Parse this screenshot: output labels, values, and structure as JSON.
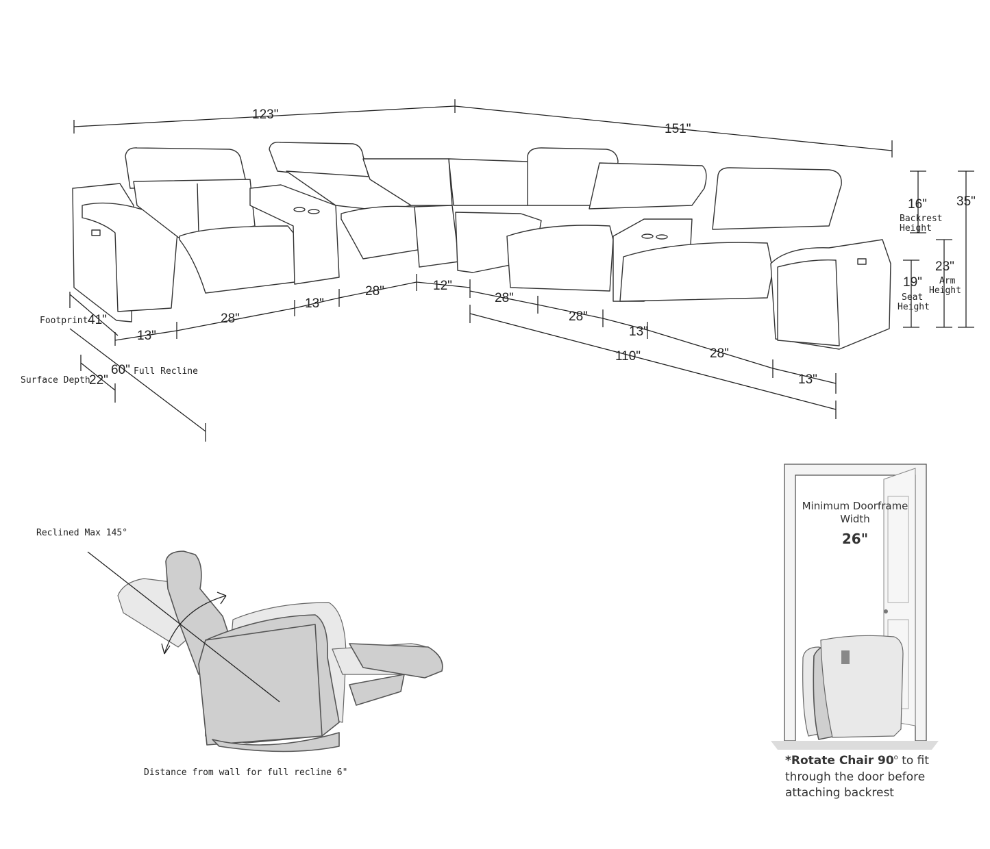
{
  "dimensions": {
    "total_width_left": "123\"",
    "total_width_right": "151\"",
    "backrest": "16\"",
    "overall_height": "35\"",
    "arm": "23\"",
    "seat": "19\"",
    "footprint": "41\"",
    "full_recline": "60\"",
    "surface_depth": "22\"",
    "left_arm_13": "13\"",
    "left_seat_28": "28\"",
    "left_console_13": "13\"",
    "left_seat2_28": "28\"",
    "corner_12": "12\"",
    "right_seat1_28": "28\"",
    "right_seat2_28": "28\"",
    "right_console_13": "13\"",
    "right_total_110": "110\"",
    "right_seat3_28": "28\"",
    "right_arm_13": "13\""
  },
  "labels": {
    "backrest_line1": "Backrest",
    "backrest_line2": "Height",
    "arm_line1": "Arm",
    "arm_line2": "Height",
    "seat_line1": "Seat",
    "seat_line2": "Height",
    "footprint": "Footprint",
    "full_recline": "Full Recline",
    "surface_depth": "Surface Depth"
  },
  "recline": {
    "title": "Reclined Max 145°",
    "distance_note": "Distance from wall for full recline 6\""
  },
  "door": {
    "title_line1": "Minimum Doorframe",
    "title_line2": "Width",
    "width": "26\"",
    "note_line1_bold": "*Rotate Chair 90",
    "note_line1_deg": "o",
    "note_line1_rest": " to fit",
    "note_line2": "through the door before",
    "note_line3": "attaching backrest"
  }
}
